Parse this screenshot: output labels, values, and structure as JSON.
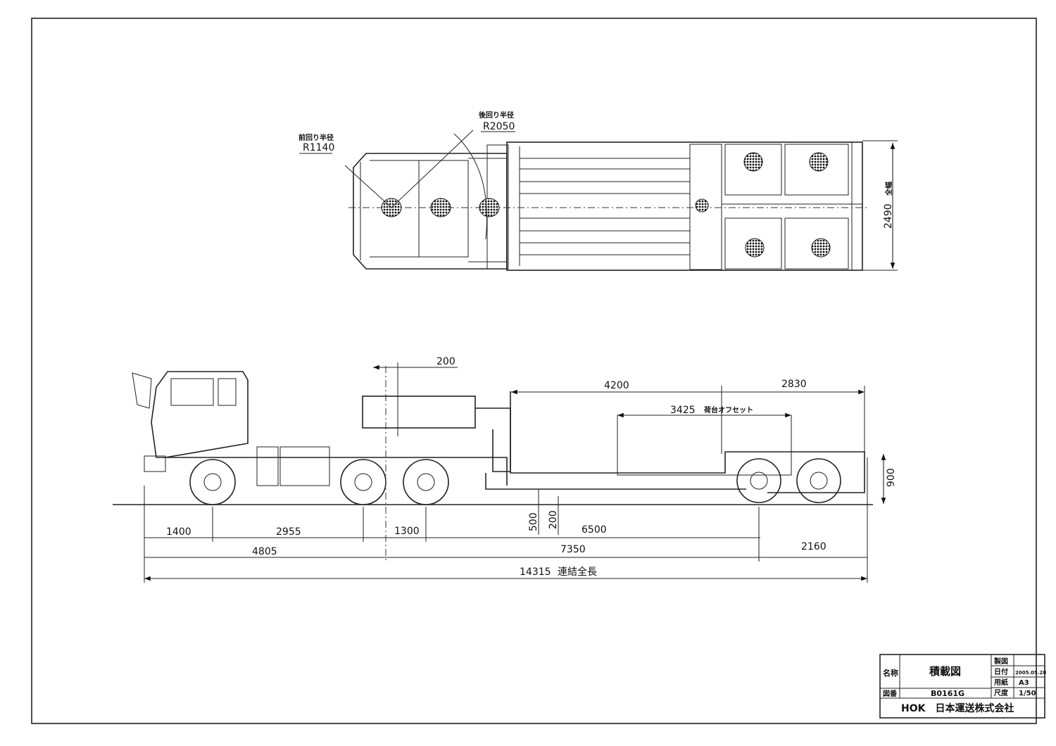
{
  "top_view": {
    "front_turn_radius_label": "前回り半径",
    "front_turn_radius": "R1140",
    "rear_turn_radius_label": "後回り半径",
    "rear_turn_radius": "R2050",
    "overall_width": "2490",
    "overall_width_label": "全幅"
  },
  "side_view": {
    "dims_top": {
      "kingpin_offset": "200",
      "deck_front": "4200",
      "deck_rear": "2830",
      "cargo_offset": "3425",
      "cargo_offset_label": "荷台オフセット",
      "rear_height": "900"
    },
    "dims_low": {
      "deck_height": "500",
      "ground_clearance": "200"
    },
    "dims_bottom": {
      "front_overhang": "1400",
      "tractor_wheelbase": "2955",
      "tandem_spacing": "1300",
      "trailer_span": "6500",
      "tractor_length": "4805",
      "trailer_wheelbase": "7350",
      "rear_overhang": "2160",
      "overall_length": "14315",
      "overall_length_label": "連結全長"
    }
  },
  "title_block": {
    "name_label": "名称",
    "name": "積載図",
    "drawing_no_label": "図番",
    "drawing_no": "B0161G",
    "drafter_label": "製図",
    "drafter": "",
    "date_label": "日付",
    "date": "2005.05.28",
    "paper_label": "用紙",
    "paper": "A3",
    "scale_label": "尺度",
    "scale": "1/50",
    "company": "HOK　日本運送株式会社"
  }
}
